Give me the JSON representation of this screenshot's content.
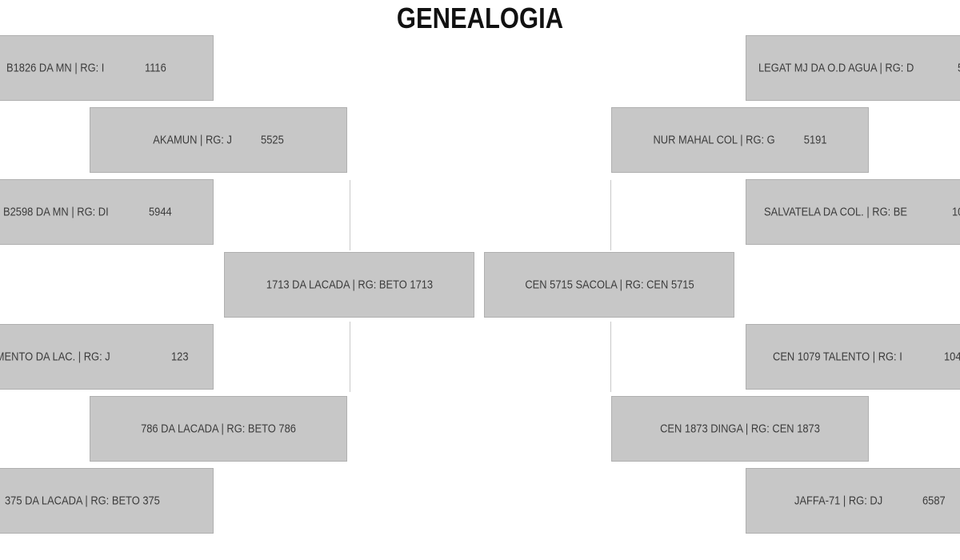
{
  "title": "GENEALOGIA",
  "colors": {
    "box_fill": "#c7c7c7",
    "box_text": "#3c3c3c",
    "connector": "#c9c9c9",
    "title_text": "#111111"
  },
  "sire_side": {
    "subject": {
      "label": "1713 DA LACADA | RG: BETO 1713"
    },
    "sire": {
      "label": "AKAMUN | RG: J",
      "number": "5525"
    },
    "dam": {
      "label": "786 DA LACADA | RG: BETO 786"
    },
    "sire_sire": {
      "label": "B1826 DA MN | RG: I",
      "number": "1116"
    },
    "sire_dam": {
      "label": "B2598 DA MN | RG: DI",
      "number": "5944"
    },
    "dam_sire": {
      "label": "ABIMENTO DA LAC. | RG: J",
      "number": "123"
    },
    "dam_dam": {
      "label": "375 DA LACADA | RG: BETO 375"
    }
  },
  "dam_side": {
    "subject": {
      "label": "CEN 5715 SACOLA | RG: CEN 5715"
    },
    "sire": {
      "label": "NUR MAHAL COL | RG: G",
      "number": "5191"
    },
    "dam": {
      "label": "CEN 1873 DINGA | RG: CEN 1873"
    },
    "sire_sire": {
      "label": "LEGAT MJ DA O.D AGUA | RG: D",
      "number": "5"
    },
    "sire_dam": {
      "label": "SALVATELA DA COL. | RG: BE",
      "number": "10"
    },
    "dam_sire": {
      "label": "CEN 1079 TALENTO | RG: I",
      "number": "104"
    },
    "dam_dam": {
      "label": "JAFFA-71 | RG: DJ",
      "number": "6587"
    }
  }
}
